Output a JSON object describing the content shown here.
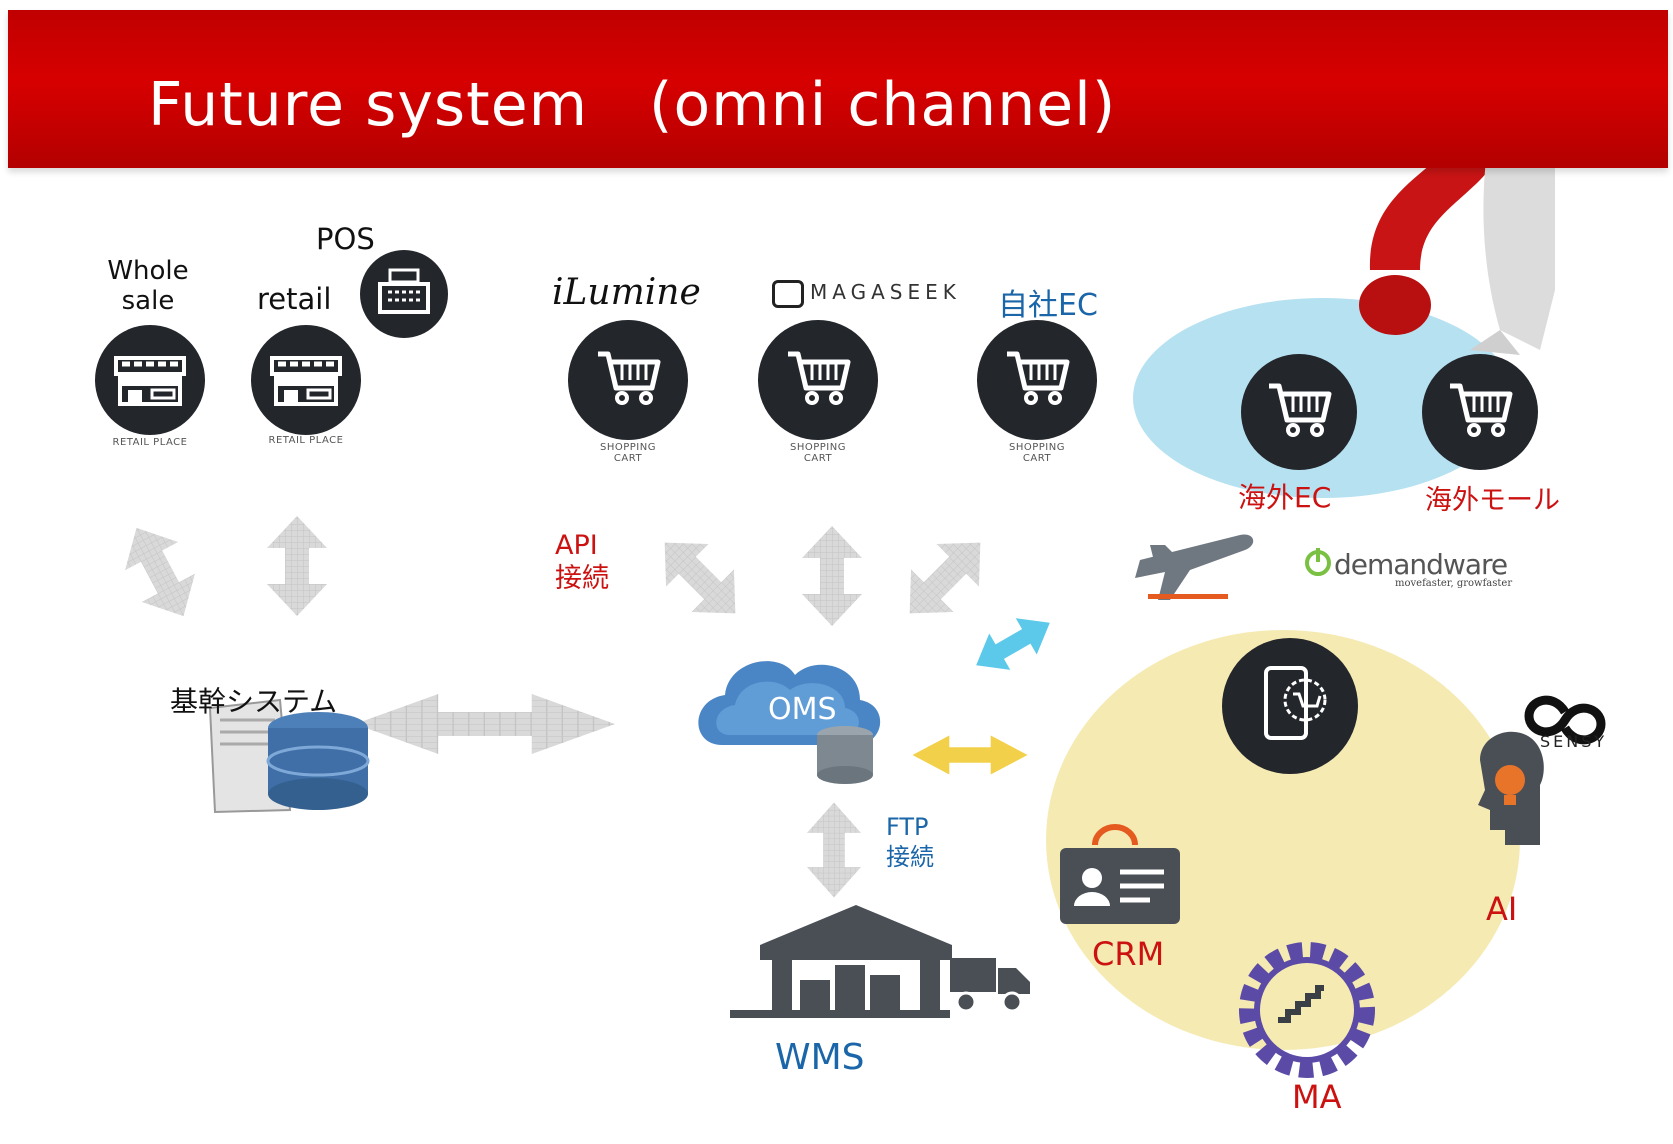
{
  "slide": {
    "title": "Future system　(omni channel)"
  },
  "channels": {
    "whole_sale": "Whole\nsale",
    "retail": "retail",
    "pos": "POS",
    "retail_place_caption": "RETAIL PLACE",
    "shopping_cart_caption": "SHOPPING\nCART",
    "ilumine": "iLumine",
    "magaseek": "MAGASEEK",
    "own_ec": "自社EC"
  },
  "overseas": {
    "overseas_ec": "海外EC",
    "overseas_mall": "海外モール",
    "demandware": "demandware",
    "demandware_tagline": "movefaster, growfaster"
  },
  "connections": {
    "api_line1": "API",
    "api_line2": "接続",
    "ftp_line1": "FTP",
    "ftp_line2": "接続"
  },
  "core": {
    "kikan": "基幹システム",
    "oms": "OMS",
    "wms": "WMS"
  },
  "marketing": {
    "crm": "CRM",
    "ai": "AI",
    "ma": "MA",
    "sensy": "SENSY"
  },
  "colors": {
    "banner": "#cc0000",
    "accent_red": "#cc1111",
    "accent_blue": "#1a66a8",
    "arrow_gray": "#d6d6d6",
    "arrow_cyan": "#4fc3e6",
    "arrow_yellow": "#f2d04a",
    "ellipse_blue": "#a9dcef",
    "ellipse_yellow": "#f4e6a6",
    "ma_purple": "#5b4aa6"
  }
}
